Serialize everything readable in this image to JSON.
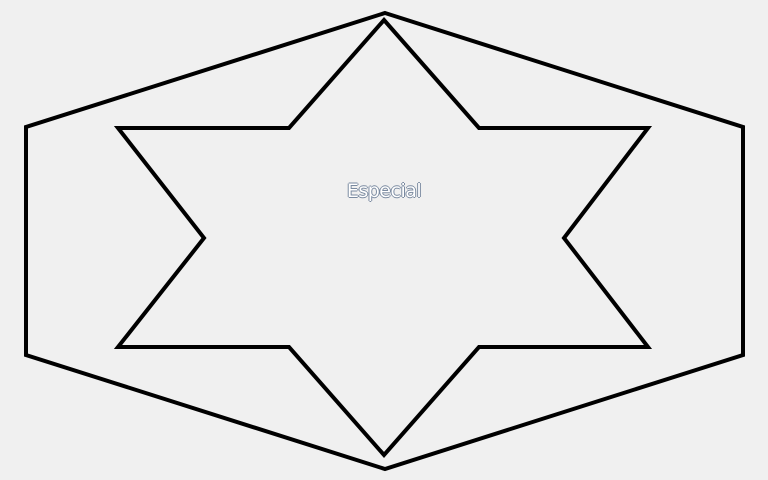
{
  "label": "Especial",
  "colors": {
    "background": "#f0f0f0",
    "stroke": "#000000",
    "label_text": "#ffffff",
    "label_outline": "#7a8aa0"
  },
  "shapes": {
    "outer": "hexagon",
    "inner": "six-pointed-star"
  }
}
